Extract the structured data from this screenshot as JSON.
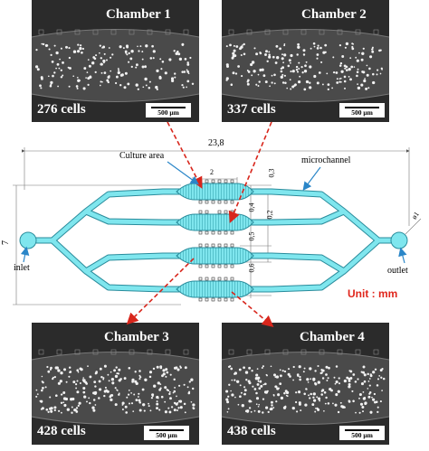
{
  "chambers": [
    {
      "title": "Chamber 1",
      "cells": "276 cells",
      "scale": "500 μm"
    },
    {
      "title": "Chamber 2",
      "cells": "337 cells",
      "scale": "500 μm"
    },
    {
      "title": "Chamber 3",
      "cells": "428 cells",
      "scale": "500 μm"
    },
    {
      "title": "Chamber 4",
      "cells": "438 cells",
      "scale": "500 μm"
    }
  ],
  "labels": {
    "culture_area": "Culture area",
    "microchannel": "microchannel",
    "inlet": "inlet",
    "outlet": "outlet",
    "unit": "Unit : mm"
  },
  "dimensions": {
    "overall_width": "23,8",
    "height": "7",
    "chamber_width": "2",
    "d03": "0,3",
    "d04": "0,4",
    "d02": "0,2",
    "d05": "0,5",
    "d06": "0,6",
    "port_diameter": "ø1"
  },
  "colors": {
    "channel_fill": "#7fe6ee",
    "channel_stroke": "#2a8c9c",
    "arrow": "#d8261c",
    "annotation_arrow": "#2a86c8"
  }
}
